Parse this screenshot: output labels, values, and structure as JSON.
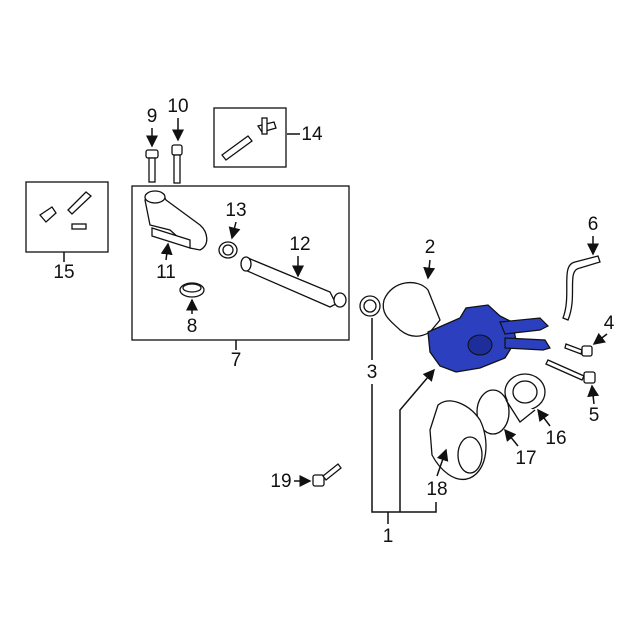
{
  "diagram": {
    "callouts": {
      "c1": "1",
      "c2": "2",
      "c3": "3",
      "c4": "4",
      "c5": "5",
      "c6": "6",
      "c7": "7",
      "c8": "8",
      "c9": "9",
      "c10": "10",
      "c11": "11",
      "c12": "12",
      "c13": "13",
      "c14": "14",
      "c15": "15",
      "c16": "16",
      "c17": "17",
      "c18": "18",
      "c19": "19"
    },
    "colors": {
      "highlight_part": "#2b3fbf",
      "line": "#111111",
      "background": "#ffffff"
    }
  }
}
